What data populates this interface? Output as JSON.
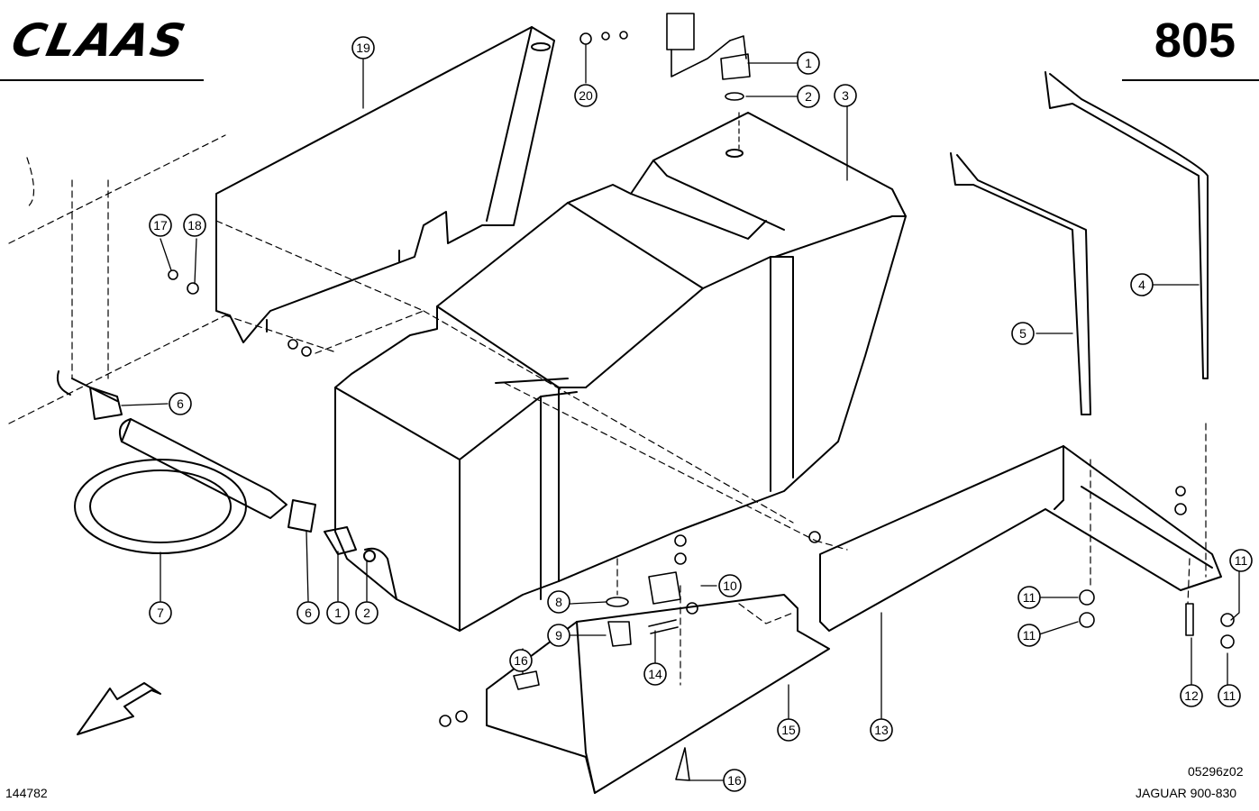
{
  "header": {
    "brand": "CLAAS",
    "page_number": "805"
  },
  "footer": {
    "ref_left": "144782",
    "ref_right": "05296z02",
    "model": "JAGUAR 900-830"
  },
  "callouts": [
    "1",
    "2",
    "3",
    "4",
    "5",
    "6",
    "7",
    "8",
    "9",
    "10",
    "11",
    "12",
    "13",
    "14",
    "15",
    "16",
    "17",
    "18",
    "19",
    "20"
  ]
}
